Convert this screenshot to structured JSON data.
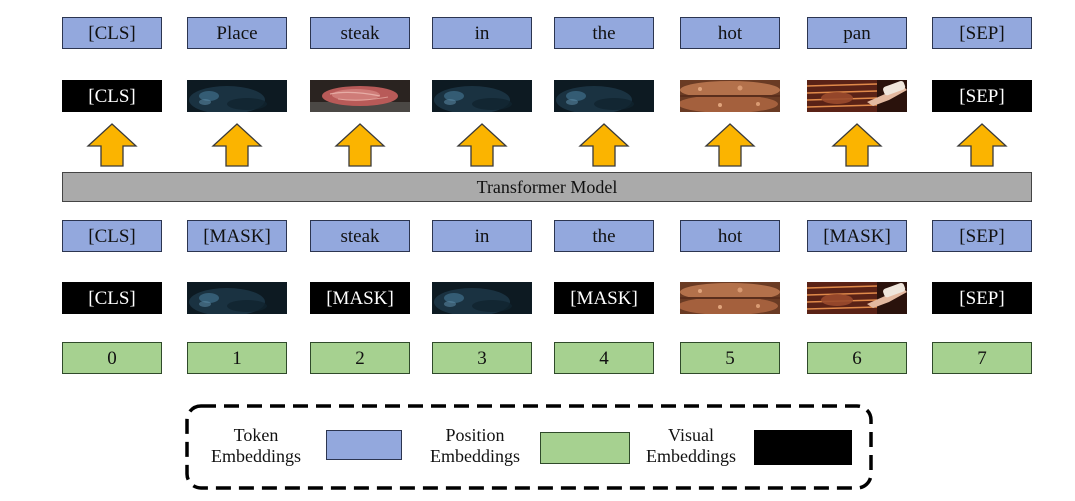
{
  "top_tokens": [
    "[CLS]",
    "Place",
    "steak",
    "in",
    "the",
    "hot",
    "pan",
    "[SEP]"
  ],
  "top_visual": [
    {
      "kind": "text",
      "label": "[CLS]"
    },
    {
      "kind": "image",
      "scene": "dark-pan"
    },
    {
      "kind": "image",
      "scene": "raw-steak"
    },
    {
      "kind": "image",
      "scene": "dark-pan"
    },
    {
      "kind": "image",
      "scene": "dark-pan"
    },
    {
      "kind": "image",
      "scene": "seared-steak"
    },
    {
      "kind": "image",
      "scene": "grill-hand"
    },
    {
      "kind": "text",
      "label": "[SEP]"
    }
  ],
  "transformer_label": "Transformer Model",
  "input_tokens": [
    "[CLS]",
    "[MASK]",
    "steak",
    "in",
    "the",
    "hot",
    "[MASK]",
    "[SEP]"
  ],
  "input_visual": [
    {
      "kind": "text",
      "label": "[CLS]"
    },
    {
      "kind": "image",
      "scene": "dark-pan"
    },
    {
      "kind": "text",
      "label": "[MASK]"
    },
    {
      "kind": "image",
      "scene": "dark-pan"
    },
    {
      "kind": "text",
      "label": "[MASK]"
    },
    {
      "kind": "image",
      "scene": "seared-steak"
    },
    {
      "kind": "image",
      "scene": "grill-hand"
    },
    {
      "kind": "text",
      "label": "[SEP]"
    }
  ],
  "positions": [
    "0",
    "1",
    "2",
    "3",
    "4",
    "5",
    "6",
    "7"
  ],
  "legend": {
    "token_label_line1": "Token",
    "token_label_line2": "Embeddings",
    "position_label_line1": "Position",
    "position_label_line2": "Embeddings",
    "visual_label_line1": "Visual",
    "visual_label_line2": "Embeddings"
  },
  "colors": {
    "token": "#93a8dd",
    "position": "#a6d190",
    "visual": "#000000",
    "arrow": "#fbb400",
    "transformer": "#aaaaaa"
  }
}
